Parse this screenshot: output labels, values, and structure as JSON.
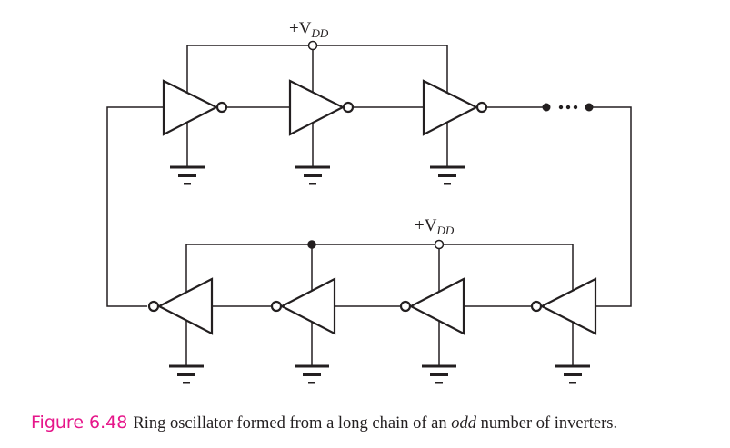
{
  "diagram": {
    "top_supply_label": {
      "prefix": "+V",
      "sub": "DD"
    },
    "bottom_supply_label": {
      "prefix": "+V",
      "sub": "DD"
    },
    "colors": {
      "line": "#231f20",
      "figure_label": "#e6168a"
    }
  },
  "caption": {
    "figure_label": "Figure 6.48",
    "text_before": "Ring oscillator formed from a long chain of an ",
    "emphasis": "odd",
    "text_after": " number of inverters."
  }
}
